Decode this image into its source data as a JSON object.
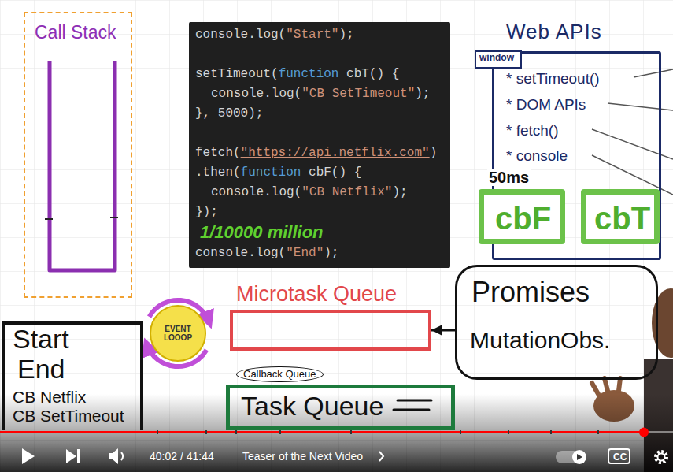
{
  "diagram": {
    "nodes": [
      {
        "text": [
          "Call Stack"
        ]
      },
      {
        "text": [
          "console.log(\"Start\");",
          "setTimeout(function cbT() {",
          "console.log(\"CB SetTimeout\");",
          "}, 5000);",
          "fetch(\"https://api.netflix.com\")",
          ".then(function cbF() {",
          "console.log(\"CB Netflix\");",
          "});",
          "1/10000 million",
          "console.log(\"End\");"
        ]
      },
      {
        "text": [
          "Web APIs",
          "* setTimeout()",
          "* DOM APIs",
          "* fetch()",
          "* console"
        ]
      },
      {
        "text": [
          "window"
        ],
        "in": 2
      },
      {
        "text": [
          "50ms",
          "cbF"
        ],
        "in": 2
      },
      {
        "text": [
          "cbT"
        ],
        "in": 2
      },
      {
        "text": [
          "EVENT LOOOP"
        ]
      },
      {
        "text": [
          "Microtask Queue"
        ]
      },
      {
        "text": [
          "Promises",
          "MutationObs."
        ]
      },
      {
        "text": [
          "Start",
          "End",
          "CB Netflix",
          "CB SetTimeout"
        ]
      },
      {
        "text": [
          "Callback Queue",
          "Task Queue"
        ]
      }
    ],
    "edges": [
      {
        "from": 8,
        "to": 7,
        "arrow": "to"
      }
    ],
    "labels": [
      "40:02 / 41:44",
      "Teaser of the Next Video",
      "CC"
    ]
  }
}
